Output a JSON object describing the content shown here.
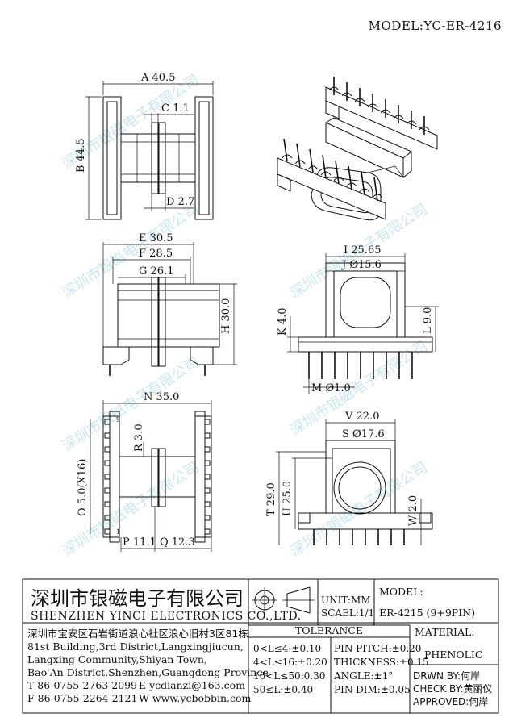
{
  "model": "MODEL:YC-ER-4216",
  "watermark": "深圳市银磁电子有限公司",
  "dims": {
    "a": "A 40.5",
    "b": "B 44.5",
    "c": "C 1.1",
    "d": "D 2.7",
    "e": "E 30.5",
    "f": "F 28.5",
    "g": "G 26.1",
    "h": "H 30.0",
    "i": "I 25.65",
    "j": "J Ø15.6",
    "k": "K 4.0",
    "l": "L 9.0",
    "m": "M Ø1.0",
    "n": "N 35.0",
    "o": "O 5.0(X16)",
    "p": "P 11.1",
    "q": "Q 12.3",
    "r": "R 3.0",
    "s": "S Ø17.6",
    "t": "T 29.0",
    "u": "U 25.0",
    "v": "V 22.0",
    "w": "W 2.0"
  },
  "pin_labels": {
    "top": "9",
    "bottom": "1"
  },
  "company": {
    "name_cn": "深圳市银磁电子有限公司",
    "name_en": "SHENZHEN YINCI ELECTRONICS CO.,LTD.",
    "address_cn": "深圳市宝安区石岩街道浪心社区浪心旧村3区81栋",
    "address_en_1": "81st Building,3rd District,Langxingjiucun,",
    "address_en_2": "Langxing Community,Shiyan Town,",
    "address_en_3": "Bao'An District,Shenzhen,Guangdong Province",
    "tel": "T 86-0755-2763 2099",
    "email": "E ycdianzi@163.com",
    "fax": "F 86-0755-2264 2121",
    "web": "W www.ycbobbin.com"
  },
  "units": {
    "unit": "UNIT:MM",
    "scale": "SCAEL:1/1"
  },
  "model_box": {
    "label": "MODEL:",
    "value": "ER-4215 (9+9PIN)"
  },
  "tolerance": {
    "title": "TOLERANCE",
    "rows": [
      {
        "left": "0<L≤4:±0.10",
        "right": "PIN PITCH:±0.20"
      },
      {
        "left": "4<L≤16:±0.20",
        "right": "THICKNESS:±0.15"
      },
      {
        "left": "16<L≤50:0.30",
        "right": "ANGLE:±1°"
      },
      {
        "left": "50≤L:±0.40",
        "right": "PIN DIM:±0.05"
      }
    ]
  },
  "material": {
    "label": "MATERIAL:",
    "value": "PHENOLIC"
  },
  "signoff": {
    "drawn": "DRWN BY:何岸",
    "check": "CHECK BY:黄丽仪",
    "approved": "APPROVED:何岸"
  }
}
